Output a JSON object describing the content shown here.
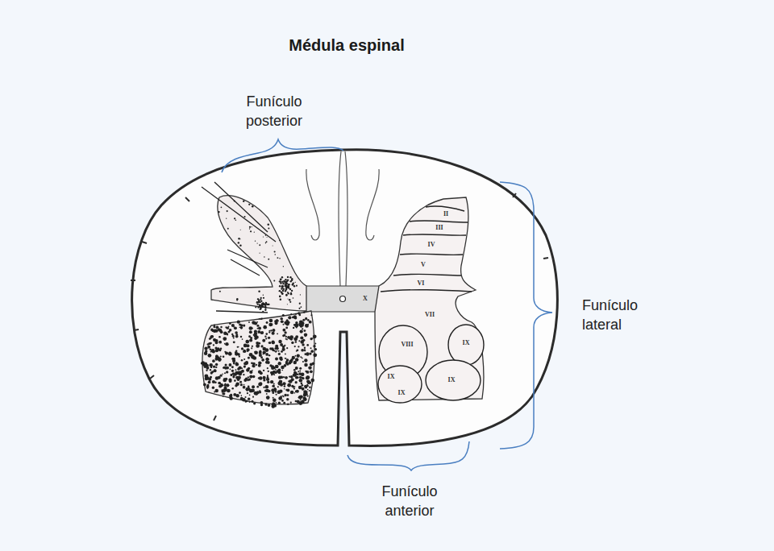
{
  "diagram": {
    "title": "Médula espinal",
    "labels": [
      "Funículo posterior",
      "Funículo lateral",
      "Funículo anterior",
      "II",
      "III",
      "IV",
      "V",
      "VI",
      "VII",
      "VIII",
      "IX",
      "IX",
      "IX",
      "IX",
      "X"
    ]
  }
}
